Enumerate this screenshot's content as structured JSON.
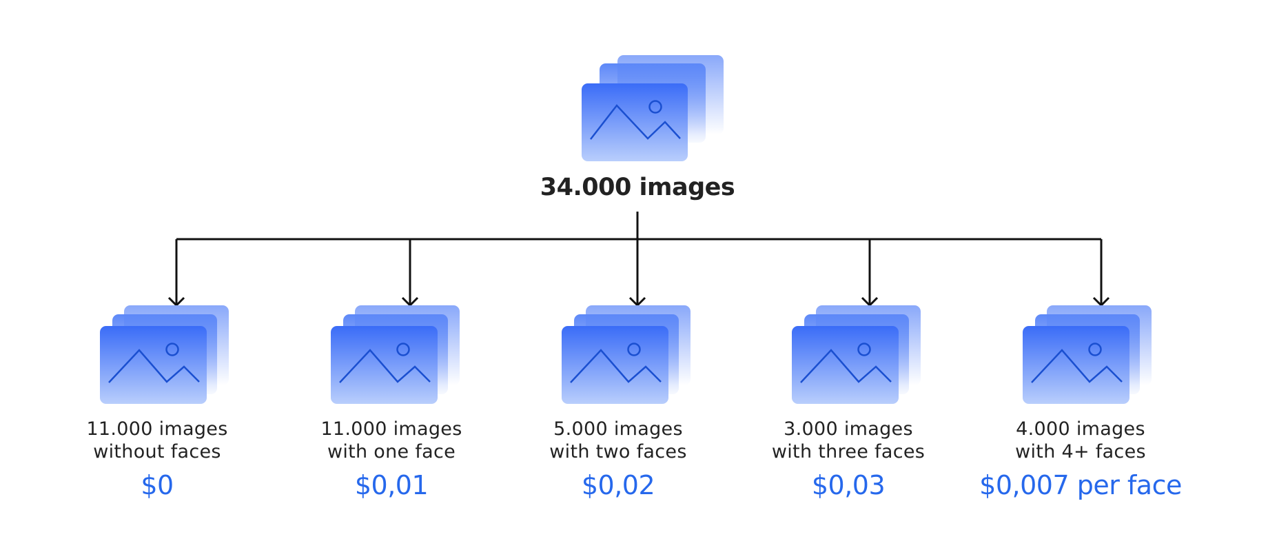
{
  "root": {
    "icon": "image-stack-icon",
    "label": "34.000 images"
  },
  "nodes": [
    {
      "icon": "image-stack-icon",
      "count": "11.000 images",
      "desc": "without faces",
      "price": "$0"
    },
    {
      "icon": "image-stack-icon",
      "count": "11.000 images",
      "desc": "with one face",
      "price": "$0,01"
    },
    {
      "icon": "image-stack-icon",
      "count": "5.000 images",
      "desc": "with two faces",
      "price": "$0,02"
    },
    {
      "icon": "image-stack-icon",
      "count": "3.000 images",
      "desc": "with three faces",
      "price": "$0,03"
    },
    {
      "icon": "image-stack-icon",
      "count": "4.000 images",
      "desc": "with 4+ faces",
      "price": "$0,007 per face"
    }
  ],
  "colors": {
    "accent": "#2668ec",
    "icon_top": "#3b6ef8",
    "icon_bottom": "#b8cdfc",
    "connector": "#111111",
    "text": "#222222"
  }
}
